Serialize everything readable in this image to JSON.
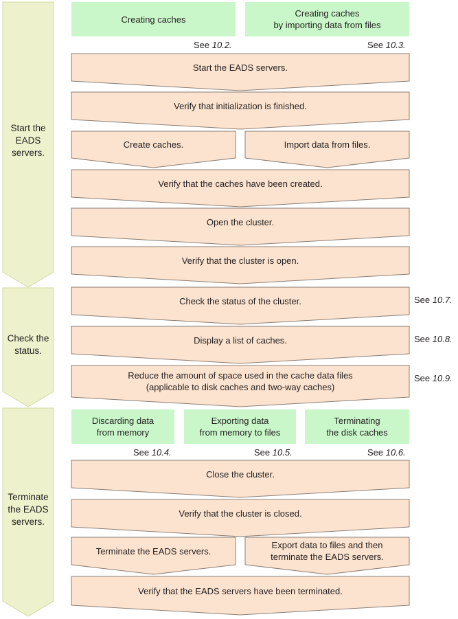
{
  "colors": {
    "phase_fill": "#edf2cd",
    "phase_stroke": "#d2d9a2",
    "step_fill": "#fbe3cf",
    "step_stroke": "#8b7e75",
    "option_fill": "#c9f7c9"
  },
  "phases": [
    {
      "id": "start",
      "label": "Start the\nEADS\nservers."
    },
    {
      "id": "check",
      "label": "Check the\nstatus."
    },
    {
      "id": "terminate",
      "label": "Terminate\nthe EADS\nservers."
    }
  ],
  "options": [
    {
      "id": "opt-creating-caches",
      "label": "Creating caches",
      "ref_prefix": "See ",
      "ref_num": "10.2."
    },
    {
      "id": "opt-importing-data",
      "label": "Creating caches\nby importing data from files",
      "ref_prefix": "See ",
      "ref_num": "10.3."
    },
    {
      "id": "opt-discarding-data",
      "label": "Discarding data\nfrom memory",
      "ref_prefix": "See ",
      "ref_num": "10.4."
    },
    {
      "id": "opt-exporting-data",
      "label": "Exporting data\nfrom memory to files",
      "ref_prefix": "See ",
      "ref_num": "10.5."
    },
    {
      "id": "opt-terminating-disk",
      "label": "Terminating\nthe disk caches",
      "ref_prefix": "See ",
      "ref_num": "10.6."
    }
  ],
  "steps": [
    {
      "id": "s1",
      "label": "Start the EADS servers."
    },
    {
      "id": "s2",
      "label": "Verify that initialization is finished."
    },
    {
      "id": "s3a",
      "label": "Create caches."
    },
    {
      "id": "s3b",
      "label": "Import data from files."
    },
    {
      "id": "s4",
      "label": "Verify that the caches have been created."
    },
    {
      "id": "s5",
      "label": "Open the cluster."
    },
    {
      "id": "s6",
      "label": "Verify that the cluster is open."
    },
    {
      "id": "s7",
      "label": "Check the status of the cluster.",
      "ref_prefix": "See ",
      "ref_num": "10.7."
    },
    {
      "id": "s8",
      "label": "Display a list of caches.",
      "ref_prefix": "See ",
      "ref_num": "10.8."
    },
    {
      "id": "s9",
      "label": "Reduce the amount of space used in the cache data files\n(applicable to disk caches and two-way caches)",
      "ref_prefix": "See ",
      "ref_num": "10.9."
    },
    {
      "id": "s10",
      "label": "Close the cluster."
    },
    {
      "id": "s11",
      "label": "Verify that the cluster is closed."
    },
    {
      "id": "s12a",
      "label": "Terminate the EADS servers."
    },
    {
      "id": "s12b",
      "label": "Export data to files and then\nterminate the EADS servers."
    },
    {
      "id": "s13",
      "label": "Verify that the EADS servers have been terminated."
    }
  ]
}
